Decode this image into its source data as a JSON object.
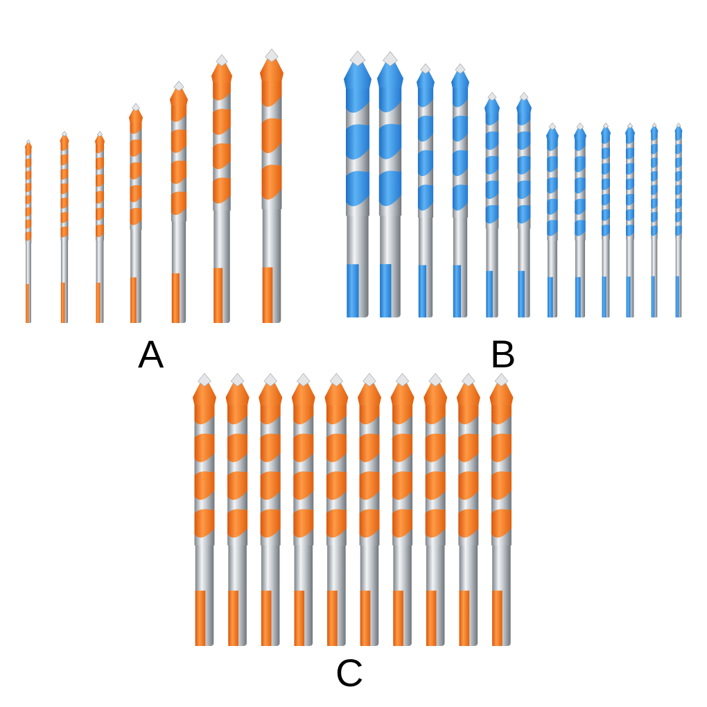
{
  "sets": [
    {
      "label": "A",
      "bit_count": 7,
      "accent_color": "#f57a1e"
    },
    {
      "label": "B",
      "bit_count": 12,
      "accent_color": "#2f8fe0"
    },
    {
      "label": "C",
      "bit_count": 10,
      "accent_color": "#f57a1e"
    }
  ],
  "colors": {
    "background": "#ffffff",
    "shank": "#b9bec4",
    "tip": "#d9dcdf",
    "label": "#000000"
  }
}
